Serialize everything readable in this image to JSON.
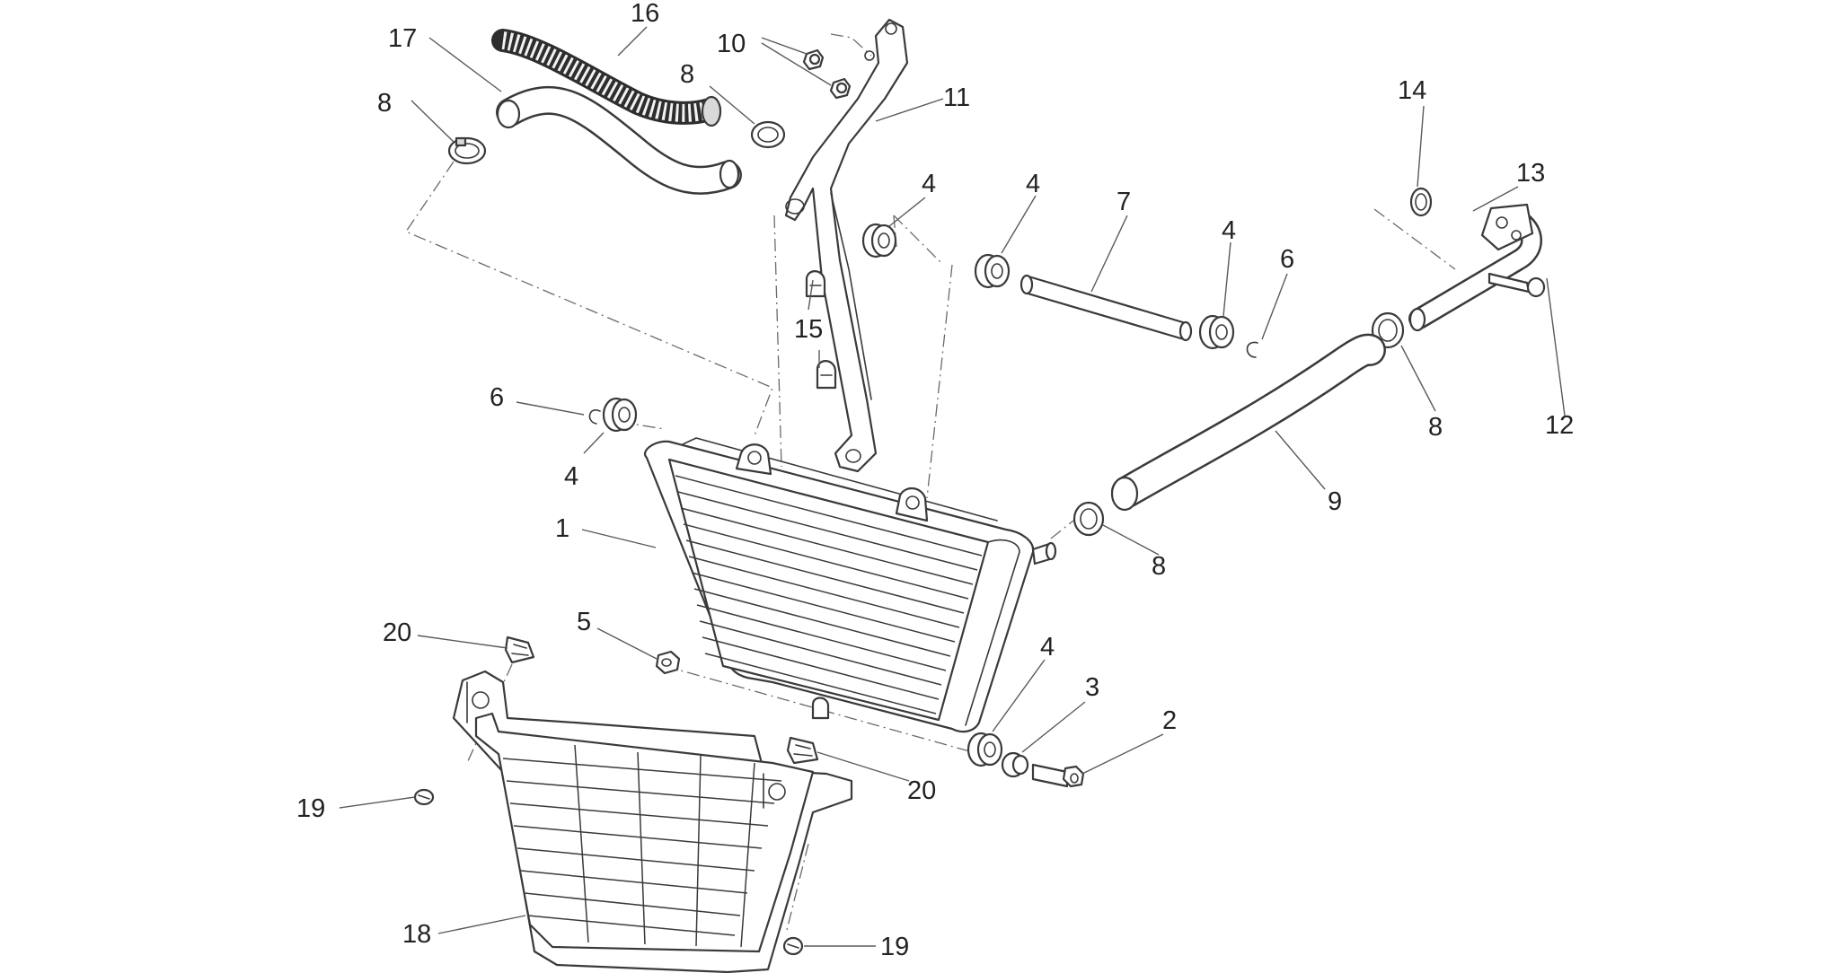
{
  "diagram": {
    "callouts": [
      {
        "id": "c17",
        "text": "17"
      },
      {
        "id": "c16",
        "text": "16"
      },
      {
        "id": "c10",
        "text": "10"
      },
      {
        "id": "c8a",
        "text": "8"
      },
      {
        "id": "c8b",
        "text": "8"
      },
      {
        "id": "c11",
        "text": "11"
      },
      {
        "id": "c14",
        "text": "14"
      },
      {
        "id": "c13",
        "text": "13"
      },
      {
        "id": "c4a",
        "text": "4"
      },
      {
        "id": "c4b",
        "text": "4"
      },
      {
        "id": "c7",
        "text": "7"
      },
      {
        "id": "c4c",
        "text": "4"
      },
      {
        "id": "c6a",
        "text": "6"
      },
      {
        "id": "c15",
        "text": "15"
      },
      {
        "id": "c12",
        "text": "12"
      },
      {
        "id": "c8c",
        "text": "8"
      },
      {
        "id": "c6b",
        "text": "6"
      },
      {
        "id": "c4d",
        "text": "4"
      },
      {
        "id": "c9",
        "text": "9"
      },
      {
        "id": "c1",
        "text": "1"
      },
      {
        "id": "c8d",
        "text": "8"
      },
      {
        "id": "c20a",
        "text": "20"
      },
      {
        "id": "c5",
        "text": "5"
      },
      {
        "id": "c4e",
        "text": "4"
      },
      {
        "id": "c3",
        "text": "3"
      },
      {
        "id": "c2",
        "text": "2"
      },
      {
        "id": "c20b",
        "text": "20"
      },
      {
        "id": "c19a",
        "text": "19"
      },
      {
        "id": "c18",
        "text": "18"
      },
      {
        "id": "c19b",
        "text": "19"
      }
    ]
  }
}
